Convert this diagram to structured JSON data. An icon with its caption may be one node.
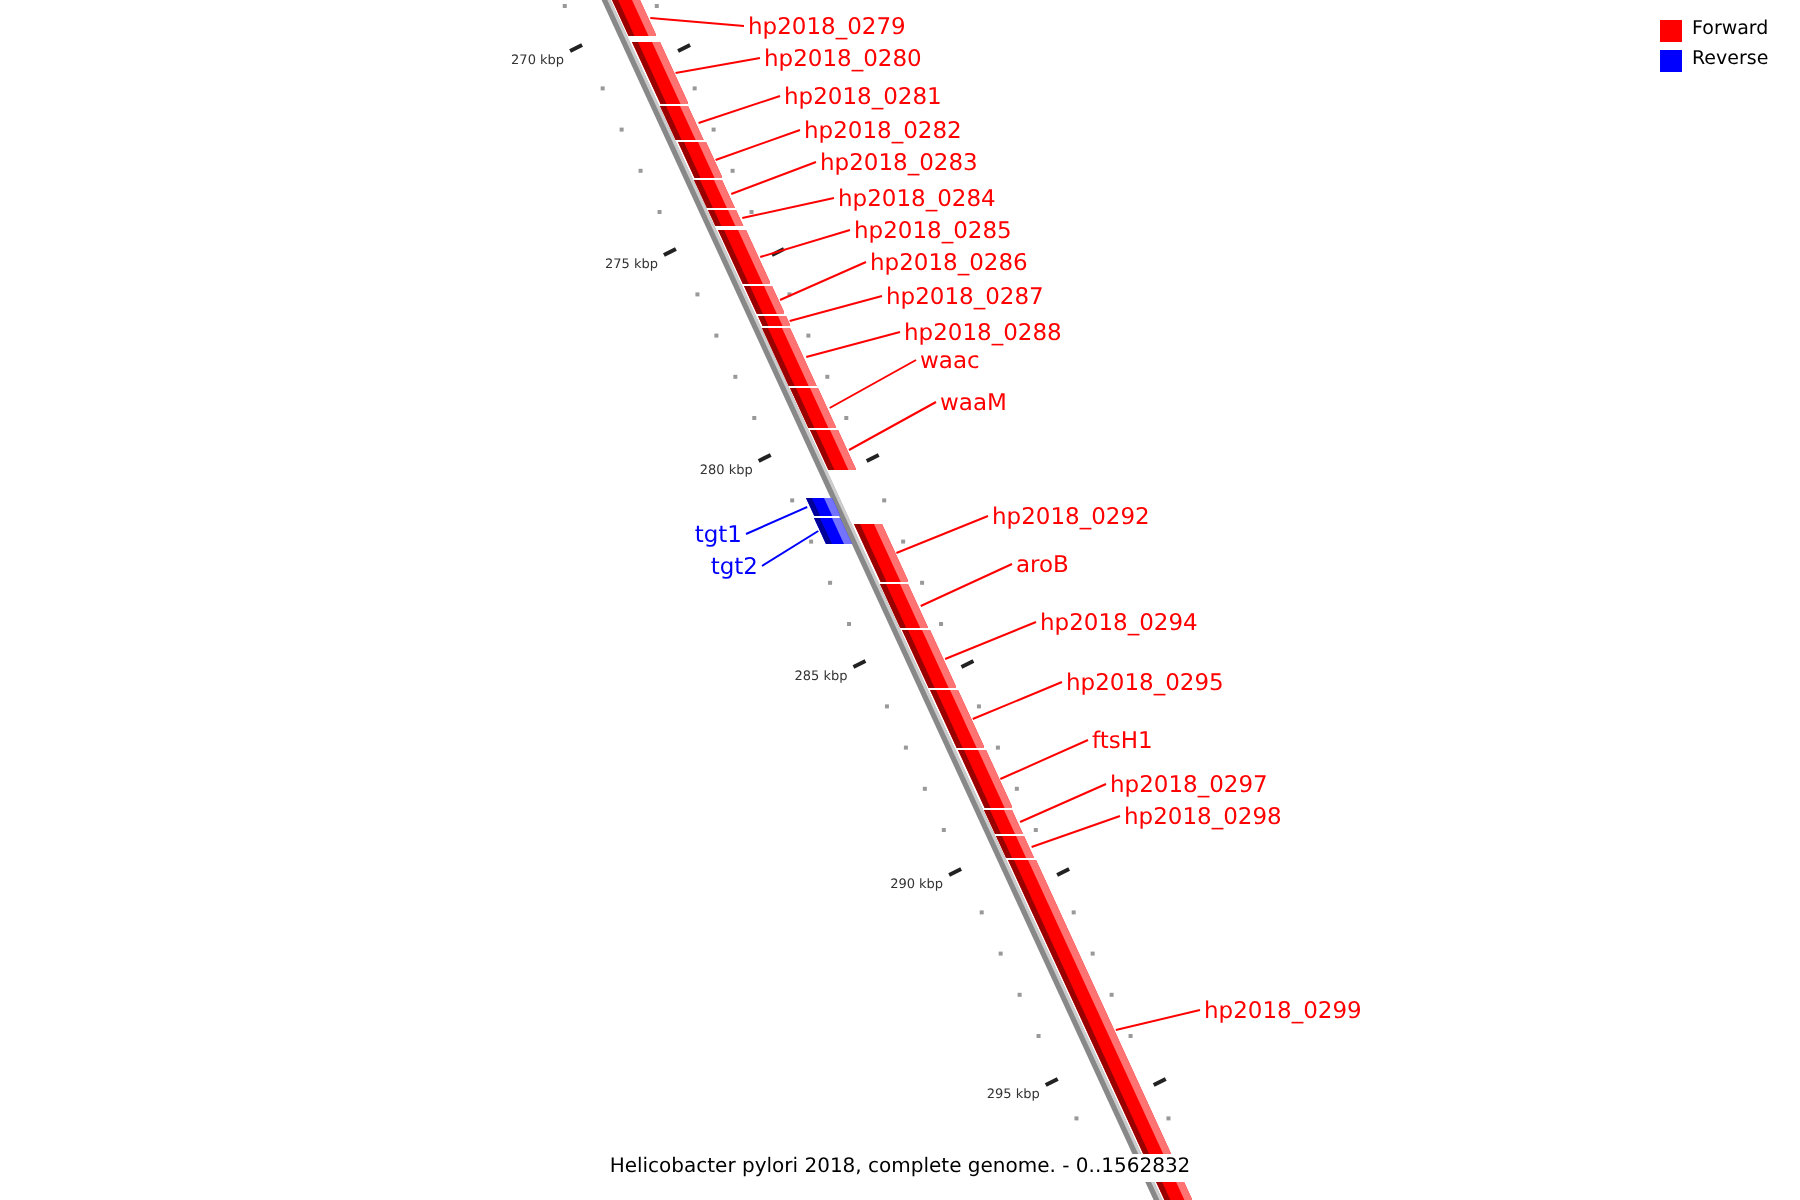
{
  "diagram": {
    "caption": "Helicobacter pylori 2018, complete genome. - 0..1562832",
    "nodes": [
      {
        "text": [
          "hp2018_0279"
        ]
      },
      {
        "text": [
          "hp2018_0280"
        ]
      },
      {
        "text": [
          "hp2018_0281"
        ]
      },
      {
        "text": [
          "hp2018_0282"
        ]
      },
      {
        "text": [
          "hp2018_0283"
        ]
      },
      {
        "text": [
          "hp2018_0284"
        ]
      },
      {
        "text": [
          "hp2018_0285"
        ]
      },
      {
        "text": [
          "hp2018_0286"
        ]
      },
      {
        "text": [
          "hp2018_0287"
        ]
      },
      {
        "text": [
          "hp2018_0288"
        ]
      },
      {
        "text": [
          "waac"
        ]
      },
      {
        "text": [
          "waaM"
        ]
      },
      {
        "text": [
          "tgt1"
        ]
      },
      {
        "text": [
          "tgt2"
        ]
      },
      {
        "text": [
          "hp2018_0292"
        ]
      },
      {
        "text": [
          "aroB"
        ]
      },
      {
        "text": [
          "hp2018_0294"
        ]
      },
      {
        "text": [
          "hp2018_0295"
        ]
      },
      {
        "text": [
          "ftsH1"
        ]
      },
      {
        "text": [
          "hp2018_0297"
        ]
      },
      {
        "text": [
          "hp2018_0298"
        ]
      },
      {
        "text": [
          "hp2018_0299"
        ]
      },
      {
        "text": [],
        "shape": "bar"
      },
      {
        "text": [],
        "shape": "bar"
      },
      {
        "text": [],
        "shape": "bar"
      },
      {
        "text": [],
        "shape": "bar"
      },
      {
        "text": [],
        "shape": "bar"
      },
      {
        "text": [],
        "shape": "bar"
      },
      {
        "text": [],
        "shape": "bar"
      },
      {
        "text": [],
        "shape": "bar"
      },
      {
        "text": [],
        "shape": "bar"
      },
      {
        "text": [],
        "shape": "bar"
      },
      {
        "text": [],
        "shape": "bar"
      },
      {
        "text": [],
        "shape": "bar"
      },
      {
        "text": [],
        "shape": "bar"
      },
      {
        "text": [],
        "shape": "bar"
      },
      {
        "text": [],
        "shape": "bar"
      },
      {
        "text": [],
        "shape": "bar"
      },
      {
        "text": [],
        "shape": "bar"
      },
      {
        "text": [],
        "shape": "bar"
      },
      {
        "text": [],
        "shape": "bar"
      },
      {
        "text": [],
        "shape": "bar"
      },
      {
        "text": [],
        "shape": "bar"
      },
      {
        "text": [],
        "shape": "bar"
      }
    ],
    "edges": [
      {
        "from": 0,
        "to": 22,
        "arrow": "none"
      },
      {
        "from": 1,
        "to": 23,
        "arrow": "none"
      },
      {
        "from": 2,
        "to": 24,
        "arrow": "none"
      },
      {
        "from": 3,
        "to": 25,
        "arrow": "none"
      },
      {
        "from": 4,
        "to": 26,
        "arrow": "none"
      },
      {
        "from": 5,
        "to": 27,
        "arrow": "none"
      },
      {
        "from": 6,
        "to": 28,
        "arrow": "none"
      },
      {
        "from": 7,
        "to": 29,
        "arrow": "none"
      },
      {
        "from": 8,
        "to": 30,
        "arrow": "none"
      },
      {
        "from": 9,
        "to": 31,
        "arrow": "none"
      },
      {
        "from": 10,
        "to": 32,
        "arrow": "none"
      },
      {
        "from": 11,
        "to": 33,
        "arrow": "none"
      },
      {
        "from": 12,
        "to": 34,
        "arrow": "none",
        "color": "#0000ff"
      },
      {
        "from": 13,
        "to": 35,
        "arrow": "none",
        "color": "#0000ff"
      },
      {
        "from": 14,
        "to": 36,
        "arrow": "none"
      },
      {
        "from": 15,
        "to": 37,
        "arrow": "none"
      },
      {
        "from": 16,
        "to": 38,
        "arrow": "none"
      },
      {
        "from": 17,
        "to": 39,
        "arrow": "none"
      },
      {
        "from": 18,
        "to": 40,
        "arrow": "none"
      },
      {
        "from": 19,
        "to": 41,
        "arrow": "none"
      },
      {
        "from": 20,
        "to": 42,
        "arrow": "none"
      },
      {
        "from": 21,
        "to": 43,
        "arrow": "none"
      }
    ],
    "labels": [
      "270 kbp",
      "275 kbp",
      "280 kbp",
      "285 kbp",
      "290 kbp",
      "295 kbp"
    ],
    "legend": [
      {
        "text": "Forward",
        "color": "#ff0000"
      },
      {
        "text": "Reverse",
        "color": "#0000ff"
      }
    ]
  }
}
